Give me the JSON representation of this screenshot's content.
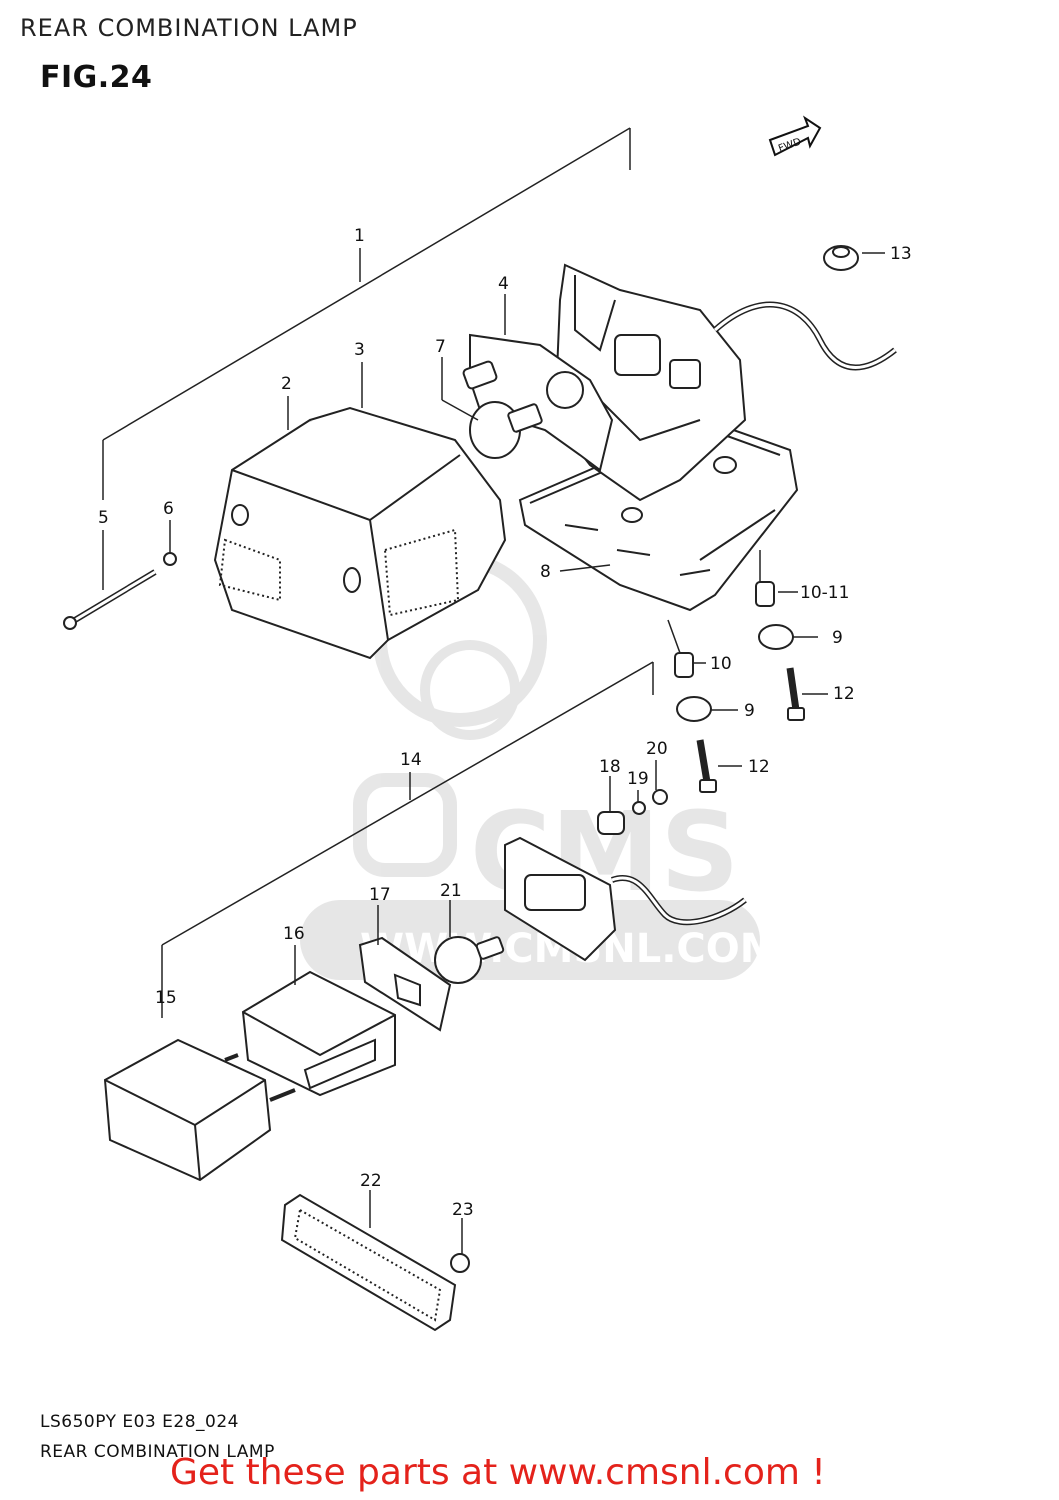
{
  "header": {
    "title": "REAR COMBINATION LAMP",
    "figure": "FIG.24"
  },
  "fwd_label": "FWD",
  "watermark": {
    "text": "WWW.CMSNL.COM",
    "logo": "CMS"
  },
  "callouts": [
    "1",
    "2",
    "3",
    "4",
    "5",
    "6",
    "7",
    "8",
    "9",
    "9",
    "10",
    "10-11",
    "12",
    "12",
    "13",
    "14",
    "15",
    "16",
    "17",
    "18",
    "19",
    "20",
    "21",
    "22",
    "23"
  ],
  "footer": {
    "code": "LS650PY E03 E28_024",
    "title": "REAR COMBINATION LAMP"
  },
  "promo": "Get these parts at www.cmsnl.com !"
}
